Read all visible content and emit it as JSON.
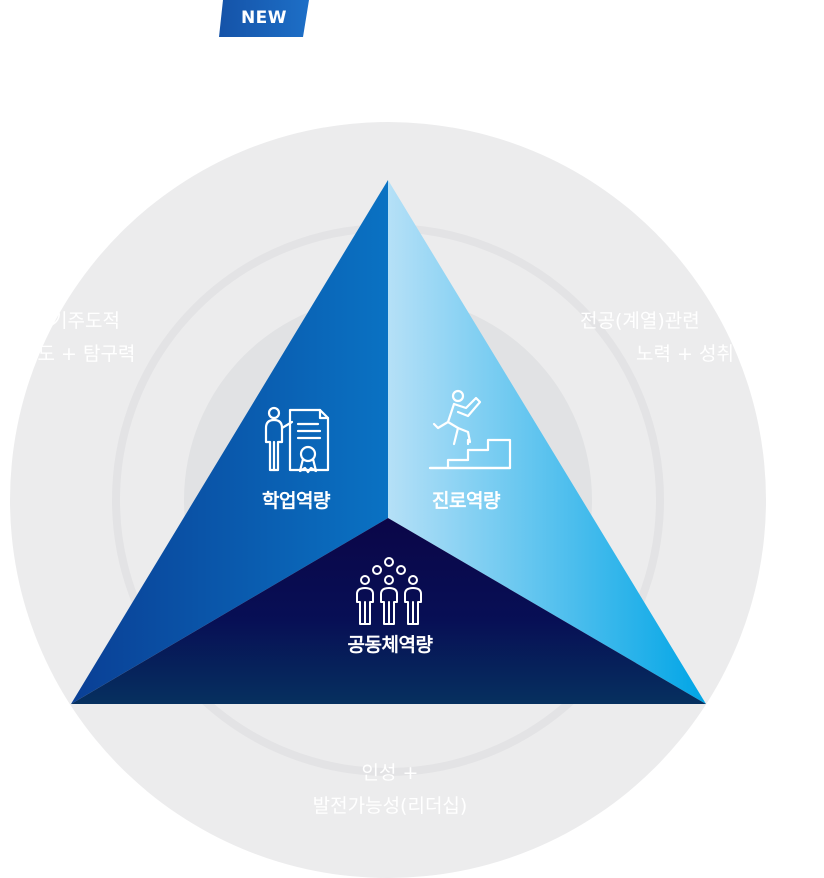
{
  "badge": {
    "label": "NEW"
  },
  "ring_labels": {
    "left": [
      "기주도적",
      "태도 + 탐구력"
    ],
    "right": [
      "전공(계열)관련",
      "노력 + 성취"
    ],
    "bottom": [
      "인성 +",
      "발전가능성(리더십)"
    ]
  },
  "segments": {
    "left": {
      "label": "학업역량",
      "icon": "certificate-presenter-icon"
    },
    "right": {
      "label": "진로역량",
      "icon": "climbing-stairs-icon"
    },
    "bottom": {
      "label": "공동체역량",
      "icon": "community-people-icon"
    }
  },
  "colors": {
    "badge": "#1a5fb4",
    "outer_circle": "#ececed",
    "inner_circle": "#e2e3e5",
    "left_face": "#0a58b0",
    "right_face": "#7cc9ef",
    "bottom_face": "#0b1052"
  }
}
